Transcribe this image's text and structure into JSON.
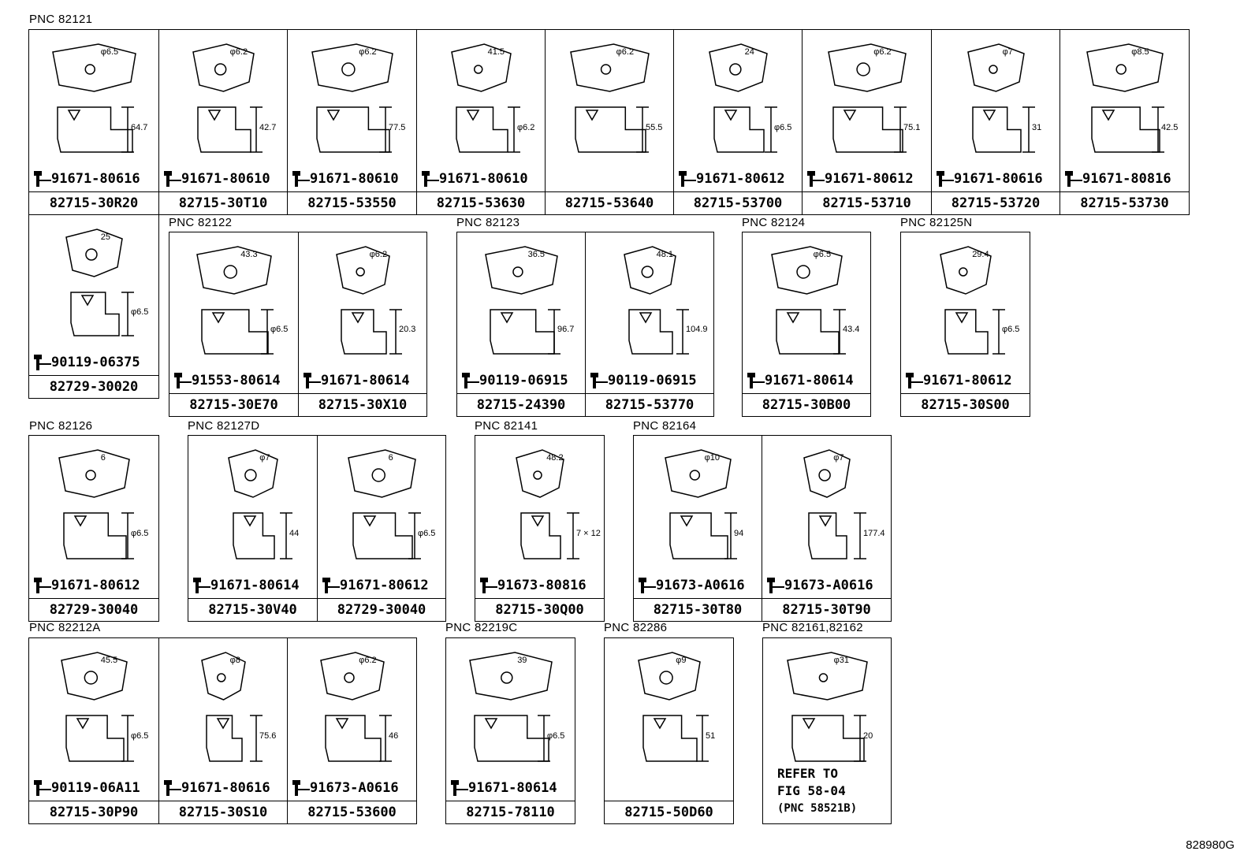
{
  "diagram_code": "828980G",
  "refer_note": {
    "line1": "REFER TO",
    "line2": "FIG 58-04",
    "line3": "(PNC 58521B)"
  },
  "groups": [
    {
      "pnc": "PNC 82121",
      "cells": [
        {
          "part": "82715-30R20",
          "bolt": "91671-80616",
          "dims": [
            "φ6.5",
            "64.7"
          ]
        },
        {
          "part": "82715-30T10",
          "bolt": "91671-80610",
          "dims": [
            "φ6.2",
            "42.7"
          ]
        },
        {
          "part": "82715-53550",
          "bolt": "91671-80610",
          "dims": [
            "φ6.2",
            "77.5"
          ]
        },
        {
          "part": "82715-53630",
          "bolt": "91671-80610",
          "dims": [
            "41.5",
            "φ6.2"
          ]
        },
        {
          "part": "82715-53640",
          "bolt": "",
          "dims": [
            "φ6.2",
            "55.5"
          ]
        },
        {
          "part": "82715-53700",
          "bolt": "91671-80612",
          "dims": [
            "24",
            "φ6.5"
          ]
        },
        {
          "part": "82715-53710",
          "bolt": "91671-80612",
          "dims": [
            "φ6.2",
            "75.1"
          ]
        },
        {
          "part": "82715-53720",
          "bolt": "91671-80616",
          "dims": [
            "φ7",
            "31"
          ]
        },
        {
          "part": "82715-53730",
          "bolt": "91671-80816",
          "dims": [
            "φ8.5",
            "42.5"
          ]
        }
      ]
    },
    {
      "pnc": "",
      "cells": [
        {
          "part": "82729-30020",
          "bolt": "90119-06375",
          "dims": [
            "25",
            "φ6.5"
          ]
        }
      ]
    },
    {
      "pnc": "PNC 82122",
      "cells": [
        {
          "part": "82715-30E70",
          "bolt": "91553-80614",
          "dims": [
            "43.3",
            "φ6.5"
          ]
        },
        {
          "part": "82715-30X10",
          "bolt": "91671-80614",
          "dims": [
            "φ6.2",
            "20.3"
          ]
        }
      ]
    },
    {
      "pnc": "PNC 82123",
      "cells": [
        {
          "part": "82715-24390",
          "bolt": "90119-06915",
          "dims": [
            "36.5",
            "96.7"
          ]
        },
        {
          "part": "82715-53770",
          "bolt": "90119-06915",
          "dims": [
            "48.1",
            "104.9"
          ]
        }
      ]
    },
    {
      "pnc": "PNC 82124",
      "cells": [
        {
          "part": "82715-30B00",
          "bolt": "91671-80614",
          "dims": [
            "φ6.5",
            "43.4"
          ]
        }
      ]
    },
    {
      "pnc": "PNC 82125N",
      "cells": [
        {
          "part": "82715-30S00",
          "bolt": "91671-80612",
          "dims": [
            "29.4",
            "φ6.5"
          ]
        }
      ]
    },
    {
      "pnc": "PNC 82126",
      "cells": [
        {
          "part": "82729-30040",
          "bolt": "91671-80612",
          "dims": [
            "6",
            "φ6.5"
          ]
        }
      ]
    },
    {
      "pnc": "PNC 82127D",
      "cells": [
        {
          "part": "82715-30V40",
          "bolt": "91671-80614",
          "dims": [
            "φ7",
            "44"
          ]
        },
        {
          "part": "82729-30040",
          "bolt": "91671-80612",
          "dims": [
            "6",
            "φ6.5"
          ]
        }
      ]
    },
    {
      "pnc": "PNC 82141",
      "cells": [
        {
          "part": "82715-30Q00",
          "bolt": "91673-80816",
          "dims": [
            "48.2",
            "7 × 12"
          ]
        }
      ]
    },
    {
      "pnc": "PNC 82164",
      "cells": [
        {
          "part": "82715-30T80",
          "bolt": "91673-A0616",
          "dims": [
            "φ10",
            "94"
          ]
        },
        {
          "part": "82715-30T90",
          "bolt": "91673-A0616",
          "dims": [
            "φ7",
            "177.4"
          ]
        }
      ]
    },
    {
      "pnc": "PNC 82212A",
      "cells": [
        {
          "part": "82715-30P90",
          "bolt": "90119-06A11",
          "dims": [
            "45.5",
            "φ6.5"
          ]
        },
        {
          "part": "82715-30S10",
          "bolt": "91671-80616",
          "dims": [
            "φ8",
            "75.6"
          ]
        },
        {
          "part": "82715-53600",
          "bolt": "91673-A0616",
          "dims": [
            "φ6.2",
            "46"
          ]
        }
      ]
    },
    {
      "pnc": "PNC 82219C",
      "cells": [
        {
          "part": "82715-78110",
          "bolt": "91671-80614",
          "dims": [
            "39",
            "φ6.5"
          ]
        }
      ]
    },
    {
      "pnc": "PNC 82286",
      "cells": [
        {
          "part": "82715-50D60",
          "bolt": "",
          "dims": [
            "φ9",
            "51"
          ]
        }
      ]
    },
    {
      "pnc": "PNC 82161,82162",
      "cells": [
        {
          "part": "",
          "bolt": "",
          "dims": [
            "φ31",
            "20"
          ]
        }
      ]
    }
  ]
}
